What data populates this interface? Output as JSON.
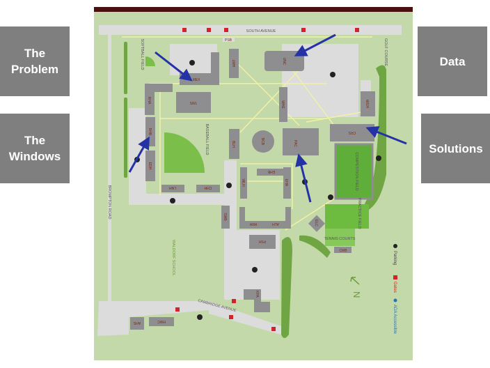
{
  "boxes": {
    "problem": "The\nProblem",
    "windows": "The\nWindows",
    "data": "Data",
    "solutions": "Solutions"
  },
  "map": {
    "streets": {
      "south": "SOUTH AVENUE",
      "cambridge": "CAMBRIDGE AVENUE",
      "brompton": "BROMPTON ROAD"
    },
    "areas": {
      "softball": "SOFTBALL FIELD",
      "baseball": "BASEBALL FIELD",
      "golf": "GOLF COURSE",
      "competition": "COMPETITION FIELD",
      "practice": "PRACTICE FIELD",
      "tennis": "TENNIS COURTS",
      "waldorf": "WALDORF SCHOOL"
    },
    "buildings": {
      "psb": "PSB",
      "lwh": "LWH",
      "unc": "UNC",
      "mex": "MEX",
      "rha": "RHA",
      "swl": "SWL",
      "whe": "WHE",
      "wgh": "WGH",
      "crs": "CRS",
      "pac": "PAC",
      "bcb": "BCB",
      "blh": "BLH",
      "rhb": "RHB",
      "edh": "EDH",
      "lnh": "LNH",
      "chh": "CHH",
      "wlh": "WLH",
      "eha": "EHA",
      "ehb": "EHB",
      "swb": "SWB",
      "hrh": "HRH",
      "alh": "ALH",
      "psh": "PSH",
      "elc": "ELC",
      "cmb": "CMB",
      "kpa": "KPA",
      "ahs": "AHS",
      "hwc": "HWC"
    },
    "legend": {
      "parking": "Parking",
      "gates": "Gates",
      "ada": "ADA Accessible"
    },
    "north": "N",
    "colors": {
      "grass": "#c4d9a9",
      "road": "#dcdcdc",
      "building": "#8e8e90",
      "field": "#7bbf4a",
      "path": "#f1f0a8",
      "arrow": "#2532a6",
      "gate": "#d1232a",
      "ada": "#2a72b5",
      "topbar": "#4a1010"
    }
  }
}
